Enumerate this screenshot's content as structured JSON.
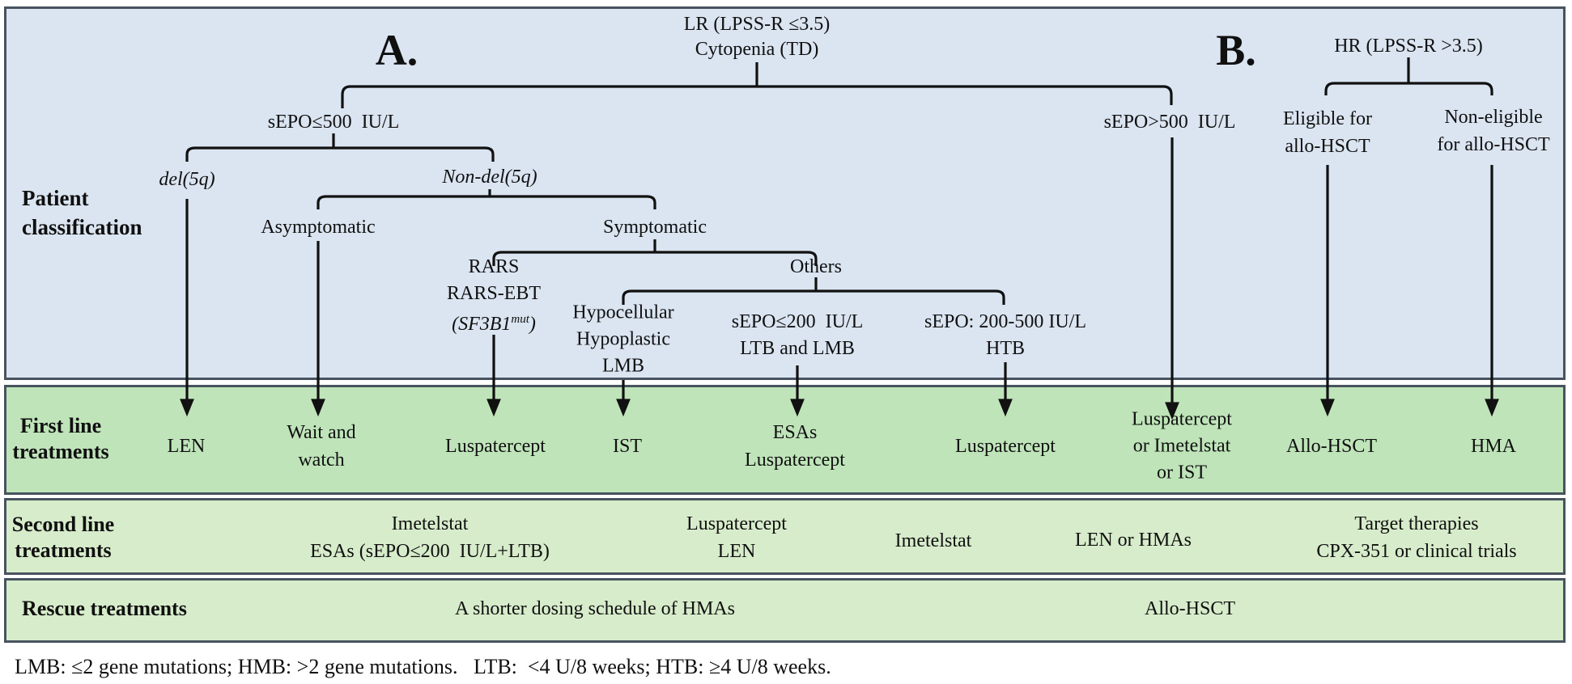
{
  "colors": {
    "classification_bg": "#dbe5f1",
    "first_line_bg": "#bfe4ba",
    "second_line_bg": "#d7ecca",
    "rescue_bg": "#d7ecca",
    "band_border": "#47545f",
    "line_color": "#111111"
  },
  "sections": {
    "a_label": "A.",
    "b_label": "B."
  },
  "classification": {
    "row_label": "Patient\nclassification",
    "lr_root": "LR (LPSS-R ≤3.5)\nCytopenia (TD)",
    "hr_root": "HR (LPSS-R >3.5)",
    "sepo_le500": "sEPO≤500  IU/L",
    "sepo_gt500": "sEPO>500  IU/L",
    "del5q": "del(5q)",
    "non_del5q": "Non-del(5q)",
    "asymptomatic": "Asymptomatic",
    "symptomatic": "Symptomatic",
    "rars": "RARS\nRARS-EBT",
    "sf3b1_pre": "(SF3B1",
    "sf3b1_sup": "mut",
    "sf3b1_post": ")",
    "others": "Others",
    "hypocellular": "Hypocellular\nHypoplastic\nLMB",
    "sepo_le200": "sEPO≤200  IU/L\nLTB and LMB",
    "sepo_200_500": "sEPO: 200-500 IU/L\nHTB",
    "eligible": "Eligible for\nallo-HSCT",
    "non_eligible": "Non-eligible\nfor allo-HSCT"
  },
  "first_line": {
    "row_label": "First line\ntreatments",
    "items": [
      "LEN",
      "Wait and\nwatch",
      "Luspatercept",
      "IST",
      "ESAs\nLuspatercept",
      "Luspatercept",
      "Luspatercept\nor Imetelstat\nor IST",
      "Allo-HSCT",
      "HMA"
    ]
  },
  "second_line": {
    "row_label": "Second line\ntreatments",
    "items": [
      "Imetelstat\nESAs (sEPO≤200  IU/L+LTB)",
      "Luspatercept\nLEN",
      "Imetelstat",
      "LEN or HMAs",
      "Target therapies\nCPX-351 or clinical trials"
    ]
  },
  "rescue": {
    "row_label": "Rescue treatments",
    "items": [
      "A shorter dosing schedule of HMAs",
      "Allo-HSCT"
    ]
  },
  "footer": {
    "note": "LMB: ≤2 gene mutations; HMB: >2 gene mutations.   LTB:  <4 U/8 weeks; HTB: ≥4 U/8 weeks."
  }
}
